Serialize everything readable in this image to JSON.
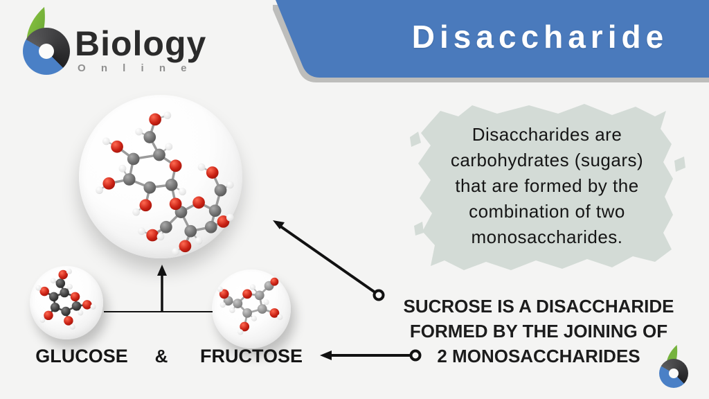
{
  "brand": {
    "name": "Biology",
    "subtitle": "O n l i n e"
  },
  "banner": {
    "title": "Disaccharide"
  },
  "definition": {
    "lines": [
      "Disaccharides are",
      "carbohydrates (sugars)",
      "that are formed by the",
      "combination of two",
      "monosaccharides."
    ]
  },
  "caption": {
    "lines": [
      "SUCROSE IS A DISACCHARIDE",
      "FORMED BY THE JOINING OF",
      "2 MONOSACCHARIDES"
    ]
  },
  "labels": {
    "left": "GLUCOSE",
    "amp": "&",
    "right": "FRUCTOSE"
  },
  "icons": {
    "logo": "biology-online-logo",
    "big_molecule": "sucrose-3d-molecule",
    "left_molecule": "glucose-3d-molecule",
    "right_molecule": "fructose-3d-molecule"
  },
  "colors": {
    "banner_blue": "#4a7abc",
    "banner_shadow": "#bdbdbb",
    "splash_sage": "#d3dbd6",
    "logo_green": "#76b33e",
    "logo_blue": "#4a80c6",
    "oxygen_red": "#c92114",
    "carbon_gray": "#6b6b6b",
    "carbon_dark": "#333333",
    "carbon_light": "#909090",
    "hydrogen_white": "#e9e9e9",
    "arrow_black": "#111111",
    "background": "#f4f4f3"
  }
}
